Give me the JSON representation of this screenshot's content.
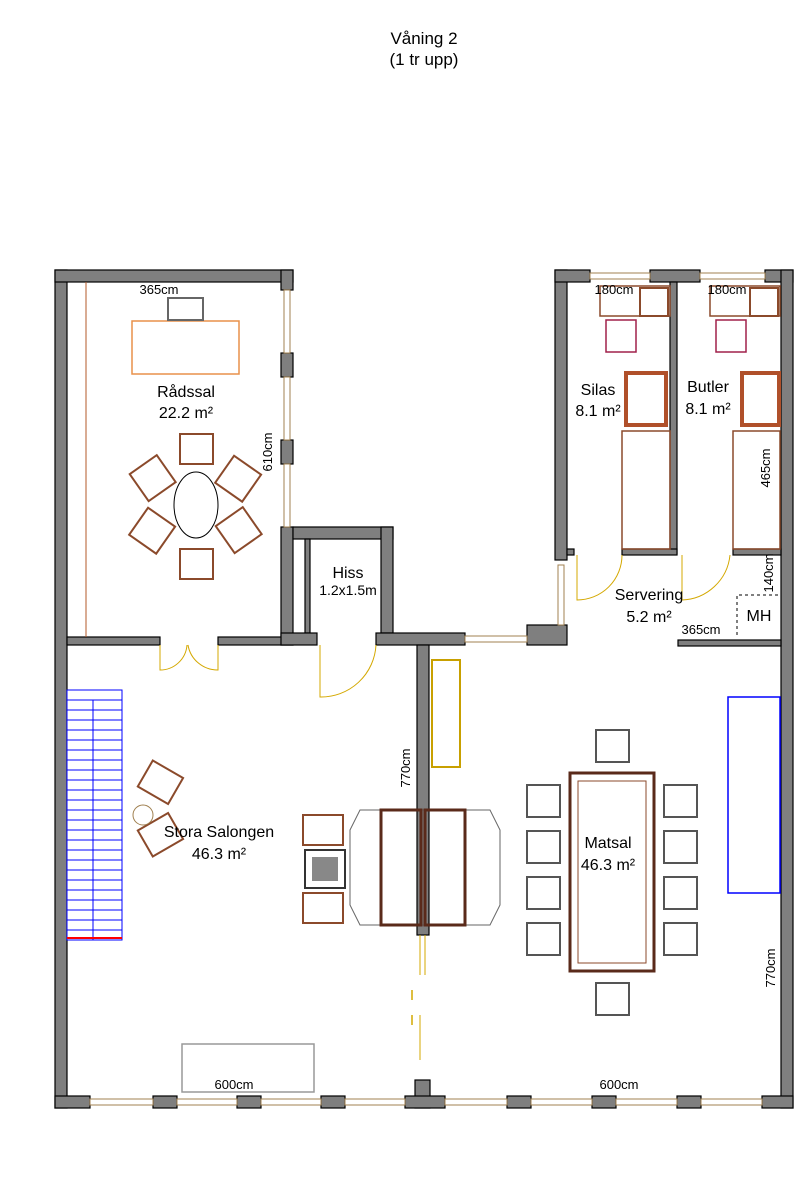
{
  "title": {
    "line1": "Våning 2",
    "line2": "(1 tr upp)"
  },
  "rooms": [
    {
      "name": "Rådssal",
      "area": "22.2 m²"
    },
    {
      "name": "Hiss",
      "area": "1.2x1.5m"
    },
    {
      "name": "Silas",
      "area": "8.1 m²"
    },
    {
      "name": "Butler",
      "area": "8.1 m²"
    },
    {
      "name": "Servering",
      "area": "5.2 m²"
    },
    {
      "name": "Stora Salongen",
      "area": "46.3 m²"
    },
    {
      "name": "Matsal",
      "area": "46.3 m²"
    }
  ],
  "labels": {
    "mh": "MH"
  },
  "dimensions": {
    "radssal_width": "365cm",
    "radssal_height": "610cm",
    "silas_width": "180cm",
    "butler_width": "180cm",
    "bedroom_height": "465cm",
    "servering_height": "140cm",
    "servering_width": "365cm",
    "center_wall": "770cm",
    "right_wall": "770cm",
    "salongen_width": "600cm",
    "matsal_width": "600cm"
  },
  "colors": {
    "wall": "#7f7f7f",
    "stairs": "#0000ff",
    "furniture": "#8b4a2b",
    "door": "#d4a800"
  }
}
